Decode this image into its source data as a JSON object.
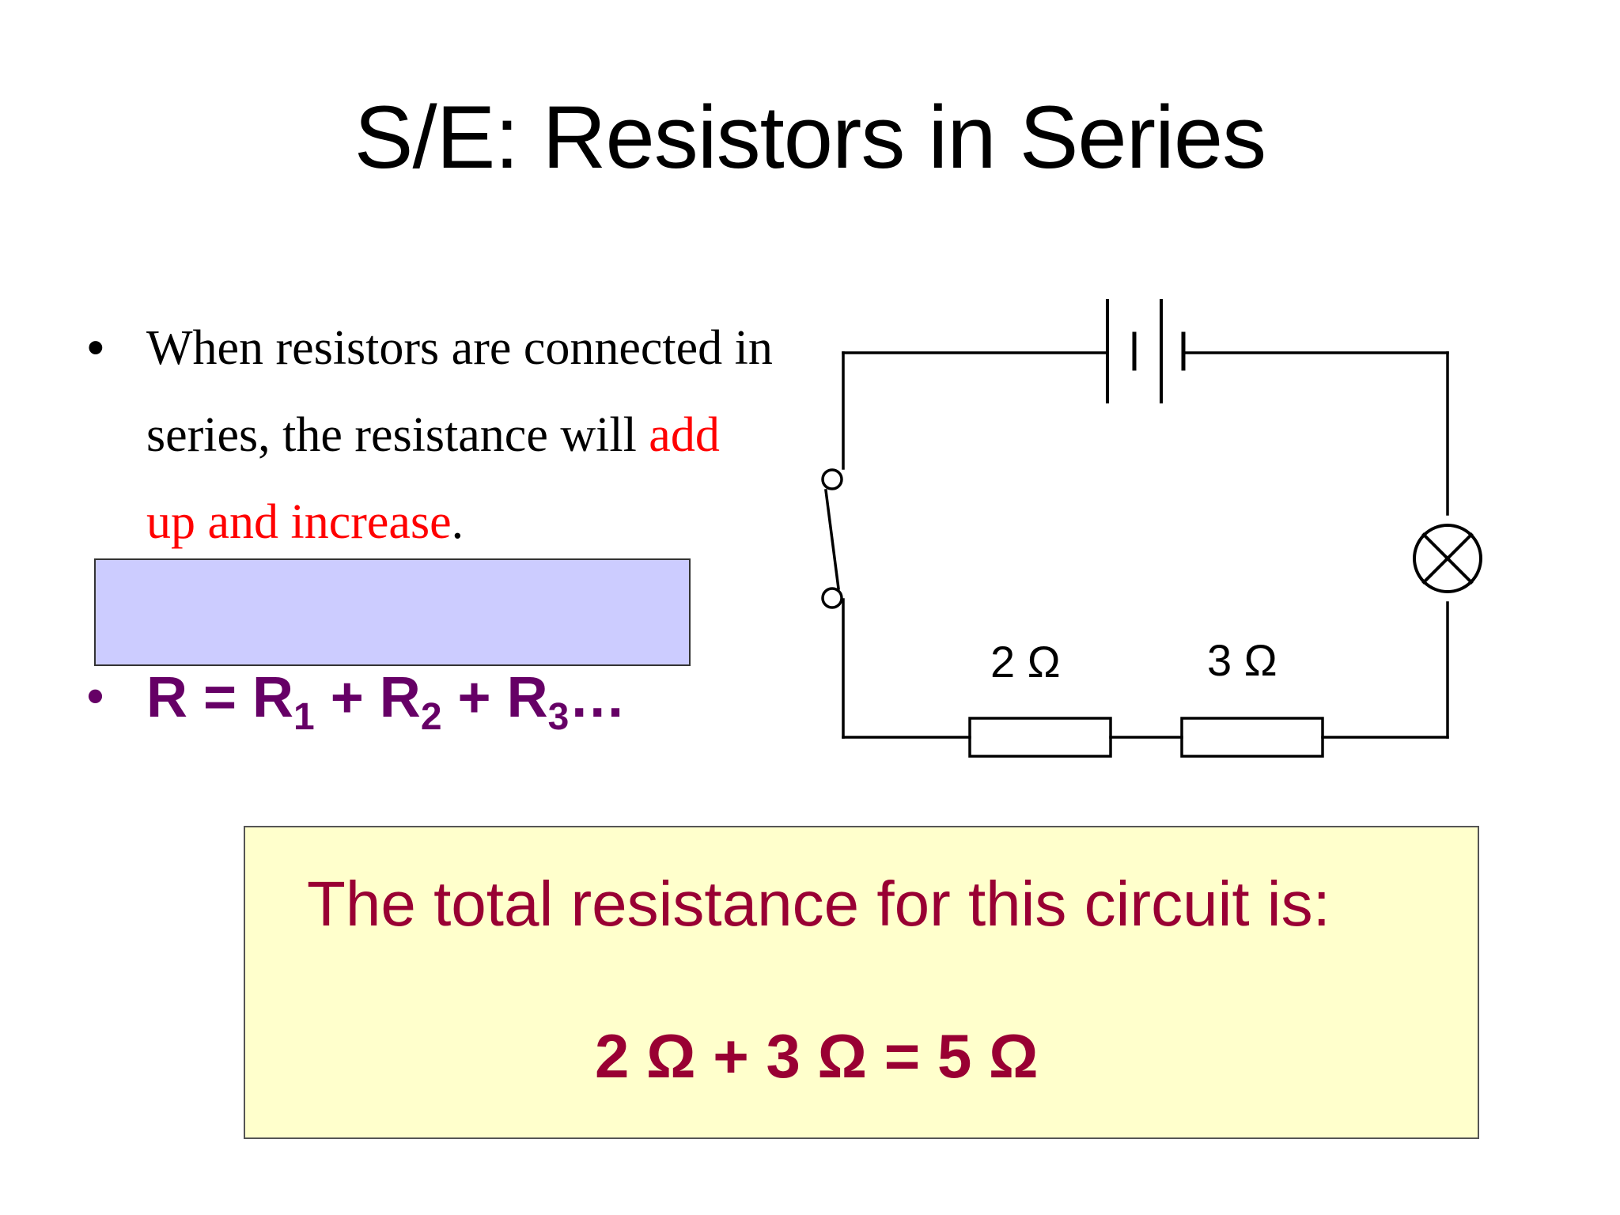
{
  "slide": {
    "title": "S/E: Resistors in Series",
    "bullet1": {
      "marker": "•",
      "text_before": "When resistors are connected in series, the resistance will ",
      "highlight": "add up and increase",
      "text_after": "."
    },
    "formula": {
      "marker": "•",
      "r": "R = R",
      "sub1": "1",
      "plus1": " + R",
      "sub2": "2",
      "plus2": " + R",
      "sub3": "3",
      "ellipsis": "…"
    },
    "circuit": {
      "resistor1_label": "2 Ω",
      "resistor2_label": "3 Ω"
    },
    "answer": {
      "line1": "The total resistance for this circuit is:",
      "line2": "2 Ω + 3 Ω = 5 Ω"
    }
  },
  "colors": {
    "highlight_text": "#ff0000",
    "formula_text": "#660066",
    "answer_text": "#990033",
    "highlight_box": "#ccccff",
    "answer_box": "#ffffcc"
  }
}
